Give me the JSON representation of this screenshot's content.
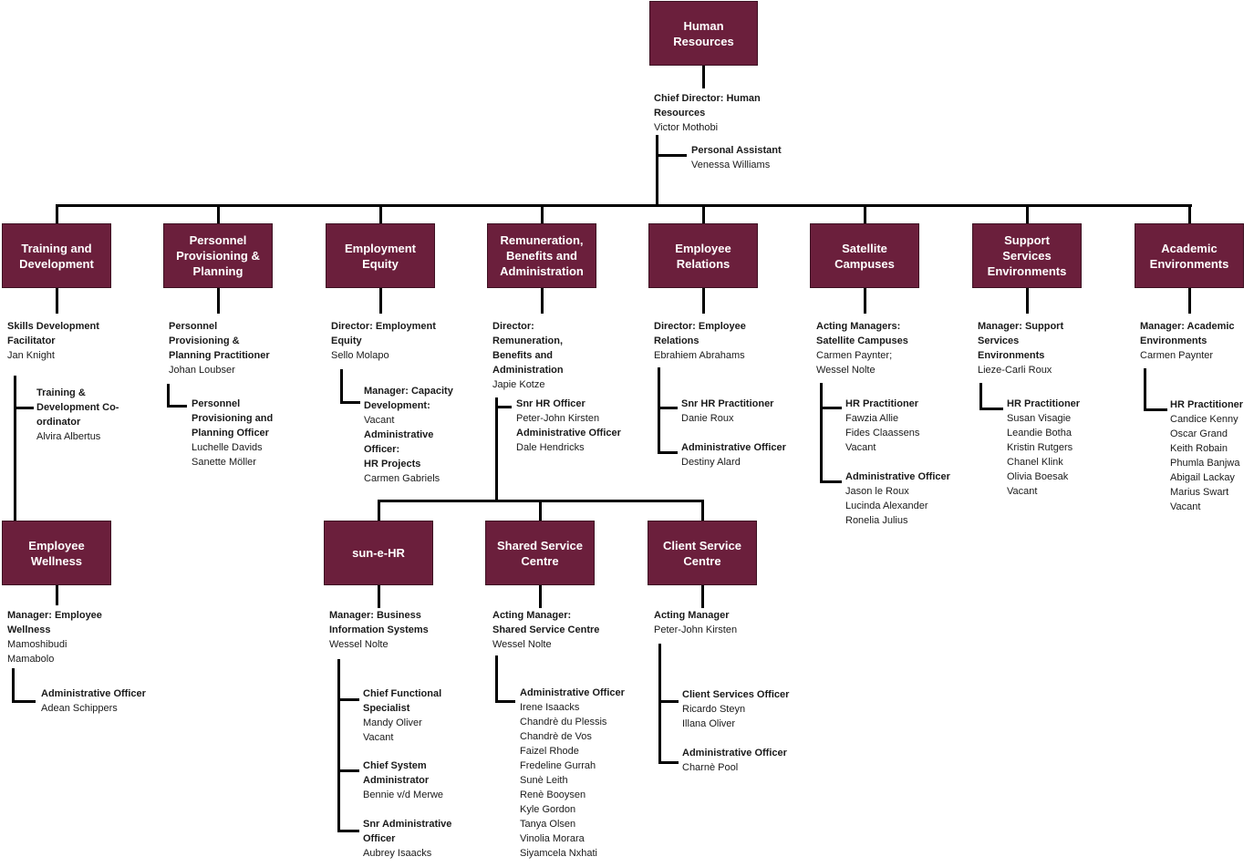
{
  "boxes": {
    "hr": "Human\nResources",
    "training": "Training and\nDevelopment",
    "personnel": "Personnel\nProvisioning &\nPlanning",
    "equity": "Employment\nEquity",
    "remuneration": "Remuneration,\nBenefits and\nAdministration",
    "relations": "Employee\nRelations",
    "satellite": "Satellite\nCampuses",
    "support": "Support Services\nEnvironments",
    "academic": "Academic\nEnvironments",
    "wellness": "Employee\nWellness",
    "sunehr": "sun-e-HR",
    "shared": "Shared Service\nCentre",
    "client": "Client Service\nCentre"
  },
  "blocks": {
    "chief": [
      {
        "t": "Chief Director: Human",
        "b": true
      },
      {
        "t": "Resources",
        "b": true
      },
      {
        "t": "Victor Mothobi",
        "b": false
      }
    ],
    "pa": [
      {
        "t": "Personal Assistant",
        "b": true
      },
      {
        "t": "Venessa Williams",
        "b": false
      }
    ],
    "skills": [
      {
        "t": "Skills Development",
        "b": true
      },
      {
        "t": "Facilitator",
        "b": true
      },
      {
        "t": "Jan Knight",
        "b": false
      }
    ],
    "tdc": [
      {
        "t": "Training &",
        "b": true
      },
      {
        "t": "Development Co-",
        "b": true
      },
      {
        "t": "ordinator",
        "b": true
      },
      {
        "t": "Alvira Albertus",
        "b": false
      }
    ],
    "pppr": [
      {
        "t": "Personnel",
        "b": true
      },
      {
        "t": "Provisioning &",
        "b": true
      },
      {
        "t": "Planning Practitioner",
        "b": true
      },
      {
        "t": "Johan Loubser",
        "b": false
      }
    ],
    "ppo": [
      {
        "t": "Personnel",
        "b": true
      },
      {
        "t": "Provisioning and",
        "b": true
      },
      {
        "t": "Planning Officer",
        "b": true
      },
      {
        "t": "Luchelle Davids",
        "b": false
      },
      {
        "t": "Sanette Möller",
        "b": false
      }
    ],
    "eqdir": [
      {
        "t": "Director: Employment",
        "b": true
      },
      {
        "t": "Equity",
        "b": true
      },
      {
        "t": "Sello Molapo",
        "b": false
      }
    ],
    "capdev": [
      {
        "t": "Manager: Capacity",
        "b": true
      },
      {
        "t": "Development:",
        "b": true
      },
      {
        "t": "Vacant",
        "b": false
      },
      {
        "t": "Administrative",
        "b": true
      },
      {
        "t": "Officer:",
        "b": true
      },
      {
        "t": "HR Projects",
        "b": true
      },
      {
        "t": "Carmen Gabriels",
        "b": false
      }
    ],
    "remdir": [
      {
        "t": "Director:",
        "b": true
      },
      {
        "t": "Remuneration,",
        "b": true
      },
      {
        "t": "Benefits and",
        "b": true
      },
      {
        "t": "Administration",
        "b": true
      },
      {
        "t": "Japie Kotze",
        "b": false
      }
    ],
    "snrhr": [
      {
        "t": "Snr HR Officer",
        "b": true
      },
      {
        "t": "Peter-John Kirsten",
        "b": false
      },
      {
        "t": "Administrative Officer",
        "b": true
      },
      {
        "t": "Dale Hendricks",
        "b": false
      }
    ],
    "erdir": [
      {
        "t": "Director: Employee",
        "b": true
      },
      {
        "t": "Relations",
        "b": true
      },
      {
        "t": "Ebrahiem Abrahams",
        "b": false
      }
    ],
    "snrprac": [
      {
        "t": "Snr HR Practitioner",
        "b": true
      },
      {
        "t": "Danie Roux",
        "b": false
      }
    ],
    "eradmin": [
      {
        "t": "Administrative Officer",
        "b": true
      },
      {
        "t": "Destiny Alard",
        "b": false
      }
    ],
    "satmgr": [
      {
        "t": "Acting Managers:",
        "b": true
      },
      {
        "t": "Satellite Campuses",
        "b": true
      },
      {
        "t": "Carmen Paynter;",
        "b": false
      },
      {
        "t": "Wessel Nolte",
        "b": false
      }
    ],
    "sathr": [
      {
        "t": "HR Practitioner",
        "b": true
      },
      {
        "t": "Fawzia Allie",
        "b": false
      },
      {
        "t": "Fides Claassens",
        "b": false
      },
      {
        "t": "Vacant",
        "b": false
      }
    ],
    "satadmin": [
      {
        "t": "Administrative Officer",
        "b": true
      },
      {
        "t": "Jason le Roux",
        "b": false
      },
      {
        "t": "Lucinda Alexander",
        "b": false
      },
      {
        "t": "Ronelia Julius",
        "b": false
      }
    ],
    "supmgr": [
      {
        "t": "Manager: Support",
        "b": true
      },
      {
        "t": "Services",
        "b": true
      },
      {
        "t": "Environments",
        "b": true
      },
      {
        "t": "Lieze-Carli Roux",
        "b": false
      }
    ],
    "suphr": [
      {
        "t": "HR Practitioner",
        "b": true
      },
      {
        "t": "Susan Visagie",
        "b": false
      },
      {
        "t": "Leandie Botha",
        "b": false
      },
      {
        "t": "Kristin Rutgers",
        "b": false
      },
      {
        "t": "Chanel Klink",
        "b": false
      },
      {
        "t": "Olivia Boesak",
        "b": false
      },
      {
        "t": "Vacant",
        "b": false
      }
    ],
    "acamgr": [
      {
        "t": "Manager: Academic",
        "b": true
      },
      {
        "t": "Environments",
        "b": true
      },
      {
        "t": "Carmen Paynter",
        "b": false
      }
    ],
    "acahr": [
      {
        "t": "HR Practitioner",
        "b": true
      },
      {
        "t": "Candice Kenny",
        "b": false
      },
      {
        "t": "Oscar Grand",
        "b": false
      },
      {
        "t": "Keith Robain",
        "b": false
      },
      {
        "t": "Phumla Banjwa",
        "b": false
      },
      {
        "t": "Abigail Lackay",
        "b": false
      },
      {
        "t": "Marius Swart",
        "b": false
      },
      {
        "t": "Vacant",
        "b": false
      }
    ],
    "wellmgr": [
      {
        "t": "Manager: Employee",
        "b": true
      },
      {
        "t": "Wellness",
        "b": true
      },
      {
        "t": "Mamoshibudi",
        "b": false
      },
      {
        "t": "Mamabolo",
        "b": false
      }
    ],
    "welladmin": [
      {
        "t": "Administrative Officer",
        "b": true
      },
      {
        "t": "Adean Schippers",
        "b": false
      }
    ],
    "bismgr": [
      {
        "t": "Manager: Business",
        "b": true
      },
      {
        "t": "Information Systems",
        "b": true
      },
      {
        "t": "Wessel Nolte",
        "b": false
      }
    ],
    "chieffs": [
      {
        "t": "Chief Functional",
        "b": true
      },
      {
        "t": "Specialist",
        "b": true
      },
      {
        "t": "Mandy Oliver",
        "b": false
      },
      {
        "t": "Vacant",
        "b": false
      }
    ],
    "chiefsa": [
      {
        "t": "Chief System",
        "b": true
      },
      {
        "t": "Administrator",
        "b": true
      },
      {
        "t": "Bennie v/d Merwe",
        "b": false
      }
    ],
    "snradmin": [
      {
        "t": "Snr Administrative",
        "b": true
      },
      {
        "t": "Officer",
        "b": true
      },
      {
        "t": "Aubrey Isaacks",
        "b": false
      }
    ],
    "sscmgr": [
      {
        "t": "Acting Manager:",
        "b": true
      },
      {
        "t": "Shared Service Centre",
        "b": true
      },
      {
        "t": "Wessel Nolte",
        "b": false
      }
    ],
    "sscadmin": [
      {
        "t": "Administrative Officer",
        "b": true
      },
      {
        "t": "Irene Isaacks",
        "b": false
      },
      {
        "t": "Chandrè du Plessis",
        "b": false
      },
      {
        "t": "Chandrè de Vos",
        "b": false
      },
      {
        "t": "Faizel Rhode",
        "b": false
      },
      {
        "t": "Fredeline Gurrah",
        "b": false
      },
      {
        "t": "Sunè Leith",
        "b": false
      },
      {
        "t": "Renè Booysen",
        "b": false
      },
      {
        "t": "Kyle Gordon",
        "b": false
      },
      {
        "t": "Tanya Olsen",
        "b": false
      },
      {
        "t": "Vinolia Morara",
        "b": false
      },
      {
        "t": "Siyamcela Nxhati",
        "b": false
      }
    ],
    "csmgr": [
      {
        "t": "Acting Manager",
        "b": true
      },
      {
        "t": "Peter-John Kirsten",
        "b": false
      }
    ],
    "csofficer": [
      {
        "t": "Client Services Officer",
        "b": true
      },
      {
        "t": "Ricardo Steyn",
        "b": false
      },
      {
        "t": "Illana Oliver",
        "b": false
      }
    ],
    "csadmin": [
      {
        "t": "Administrative Officer",
        "b": true
      },
      {
        "t": "Charnè Pool",
        "b": false
      }
    ]
  }
}
